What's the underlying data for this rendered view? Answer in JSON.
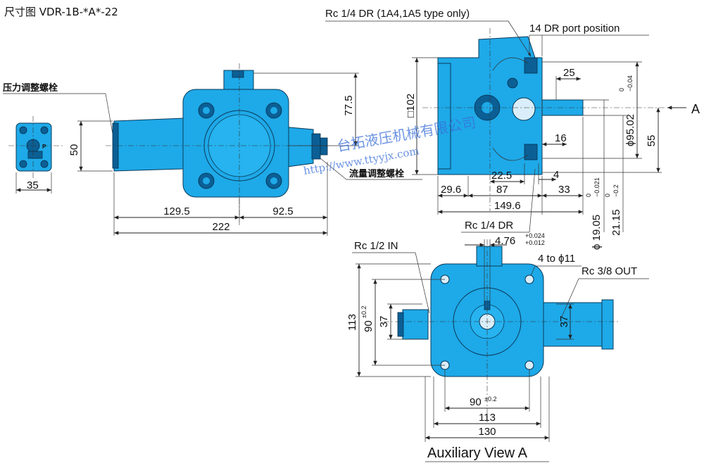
{
  "title": "尺寸图 VDR-1B-*A*-22",
  "labels": {
    "pressure_bolt": "压力调整螺栓",
    "flow_bolt": "流量调整螺栓",
    "rc_quarter_dr_note": "Rc 1/4 DR (1A4,1A5 type only)",
    "dr_port_position": "14  DR port position",
    "arrow_a": "A",
    "rc_quarter_dr": "Rc 1/4 DR",
    "rc_half_in": "Rc 1/2 IN",
    "rc_3_8_out": "Rc 3/8 OUT",
    "holes": "4 to ϕ11",
    "aux_view": "Auxiliary View A",
    "p_port": "P"
  },
  "dims": {
    "d35": "35",
    "d50": "50",
    "d129_5": "129.5",
    "d92_5": "92.5",
    "d222": "222",
    "d77_5": "77.5",
    "sq102": "□102",
    "d25": "25",
    "d95": "ϕ95.02",
    "d95_tol": "0",
    "d95_tol2": "−0.04",
    "d55": "55",
    "d16": "16",
    "d22_5": "22.5",
    "d4": "4",
    "d29_6": "29.6",
    "d87": "87",
    "d33": "33",
    "d149_6": "149.6",
    "d19": "ϕ 19.05",
    "d19_tol": "0",
    "d19_tol2": "−0.021",
    "d21": "21.15",
    "d21_tol": "0",
    "d21_tol2": "−0.2",
    "d4_76": "4.76",
    "d4_76_tol": "+0.024",
    "d4_76_tol2": "+0.012",
    "d113v": "113",
    "d90v": "90",
    "d90v_tol": "±0.2",
    "d37l": "37",
    "d37r": "37",
    "d90h": "90",
    "d90h_tol": "±0.2",
    "d113h": "113",
    "d130": "130"
  },
  "watermark": {
    "company": "台拓液压机械有限公司",
    "url": "http://www.ttyyjx.com"
  },
  "colors": {
    "pump_body": "#1ea9e8",
    "pump_dark": "#0b5f95",
    "watermark": "#3a6fd8"
  }
}
